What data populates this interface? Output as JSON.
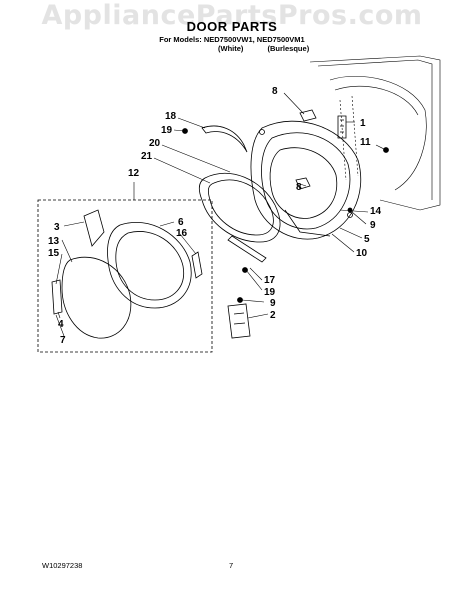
{
  "watermark": "AppliancePartsPros.com",
  "header": {
    "title": "DOOR PARTS",
    "models": "For Models: NED7500VW1, NED7500VM1",
    "variants": [
      "(White)",
      "(Burlesque)"
    ]
  },
  "callouts": [
    "8",
    "18",
    "19",
    "20",
    "21",
    "12",
    "1",
    "11",
    "8",
    "14",
    "9",
    "5",
    "10",
    "3",
    "13",
    "15",
    "4",
    "7",
    "6",
    "16",
    "17",
    "19",
    "9",
    "2"
  ],
  "footer": {
    "doc_number": "W10297238",
    "page_number": "7"
  }
}
